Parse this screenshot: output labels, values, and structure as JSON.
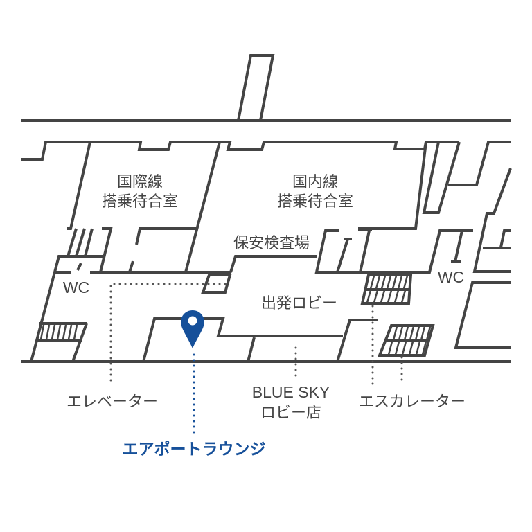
{
  "map": {
    "rooms": {
      "intl_waiting_line1": "国際線",
      "intl_waiting_line2": "搭乗待合室",
      "dom_waiting_line1": "国内線",
      "dom_waiting_line2": "搭乗待合室",
      "security": "保安検査場",
      "departure_lobby": "出発ロビー",
      "wc_left": "WC",
      "wc_right": "WC"
    },
    "callouts": {
      "elevator": "エレベーター",
      "shop_line1": "BLUE SKY",
      "shop_line2": "ロビー店",
      "escalator": "エスカレーター",
      "highlight": "エアポートラウンジ"
    },
    "colors": {
      "wall": "#444444",
      "highlight": "#16509a"
    },
    "pin_icon": "map-pin-icon"
  }
}
